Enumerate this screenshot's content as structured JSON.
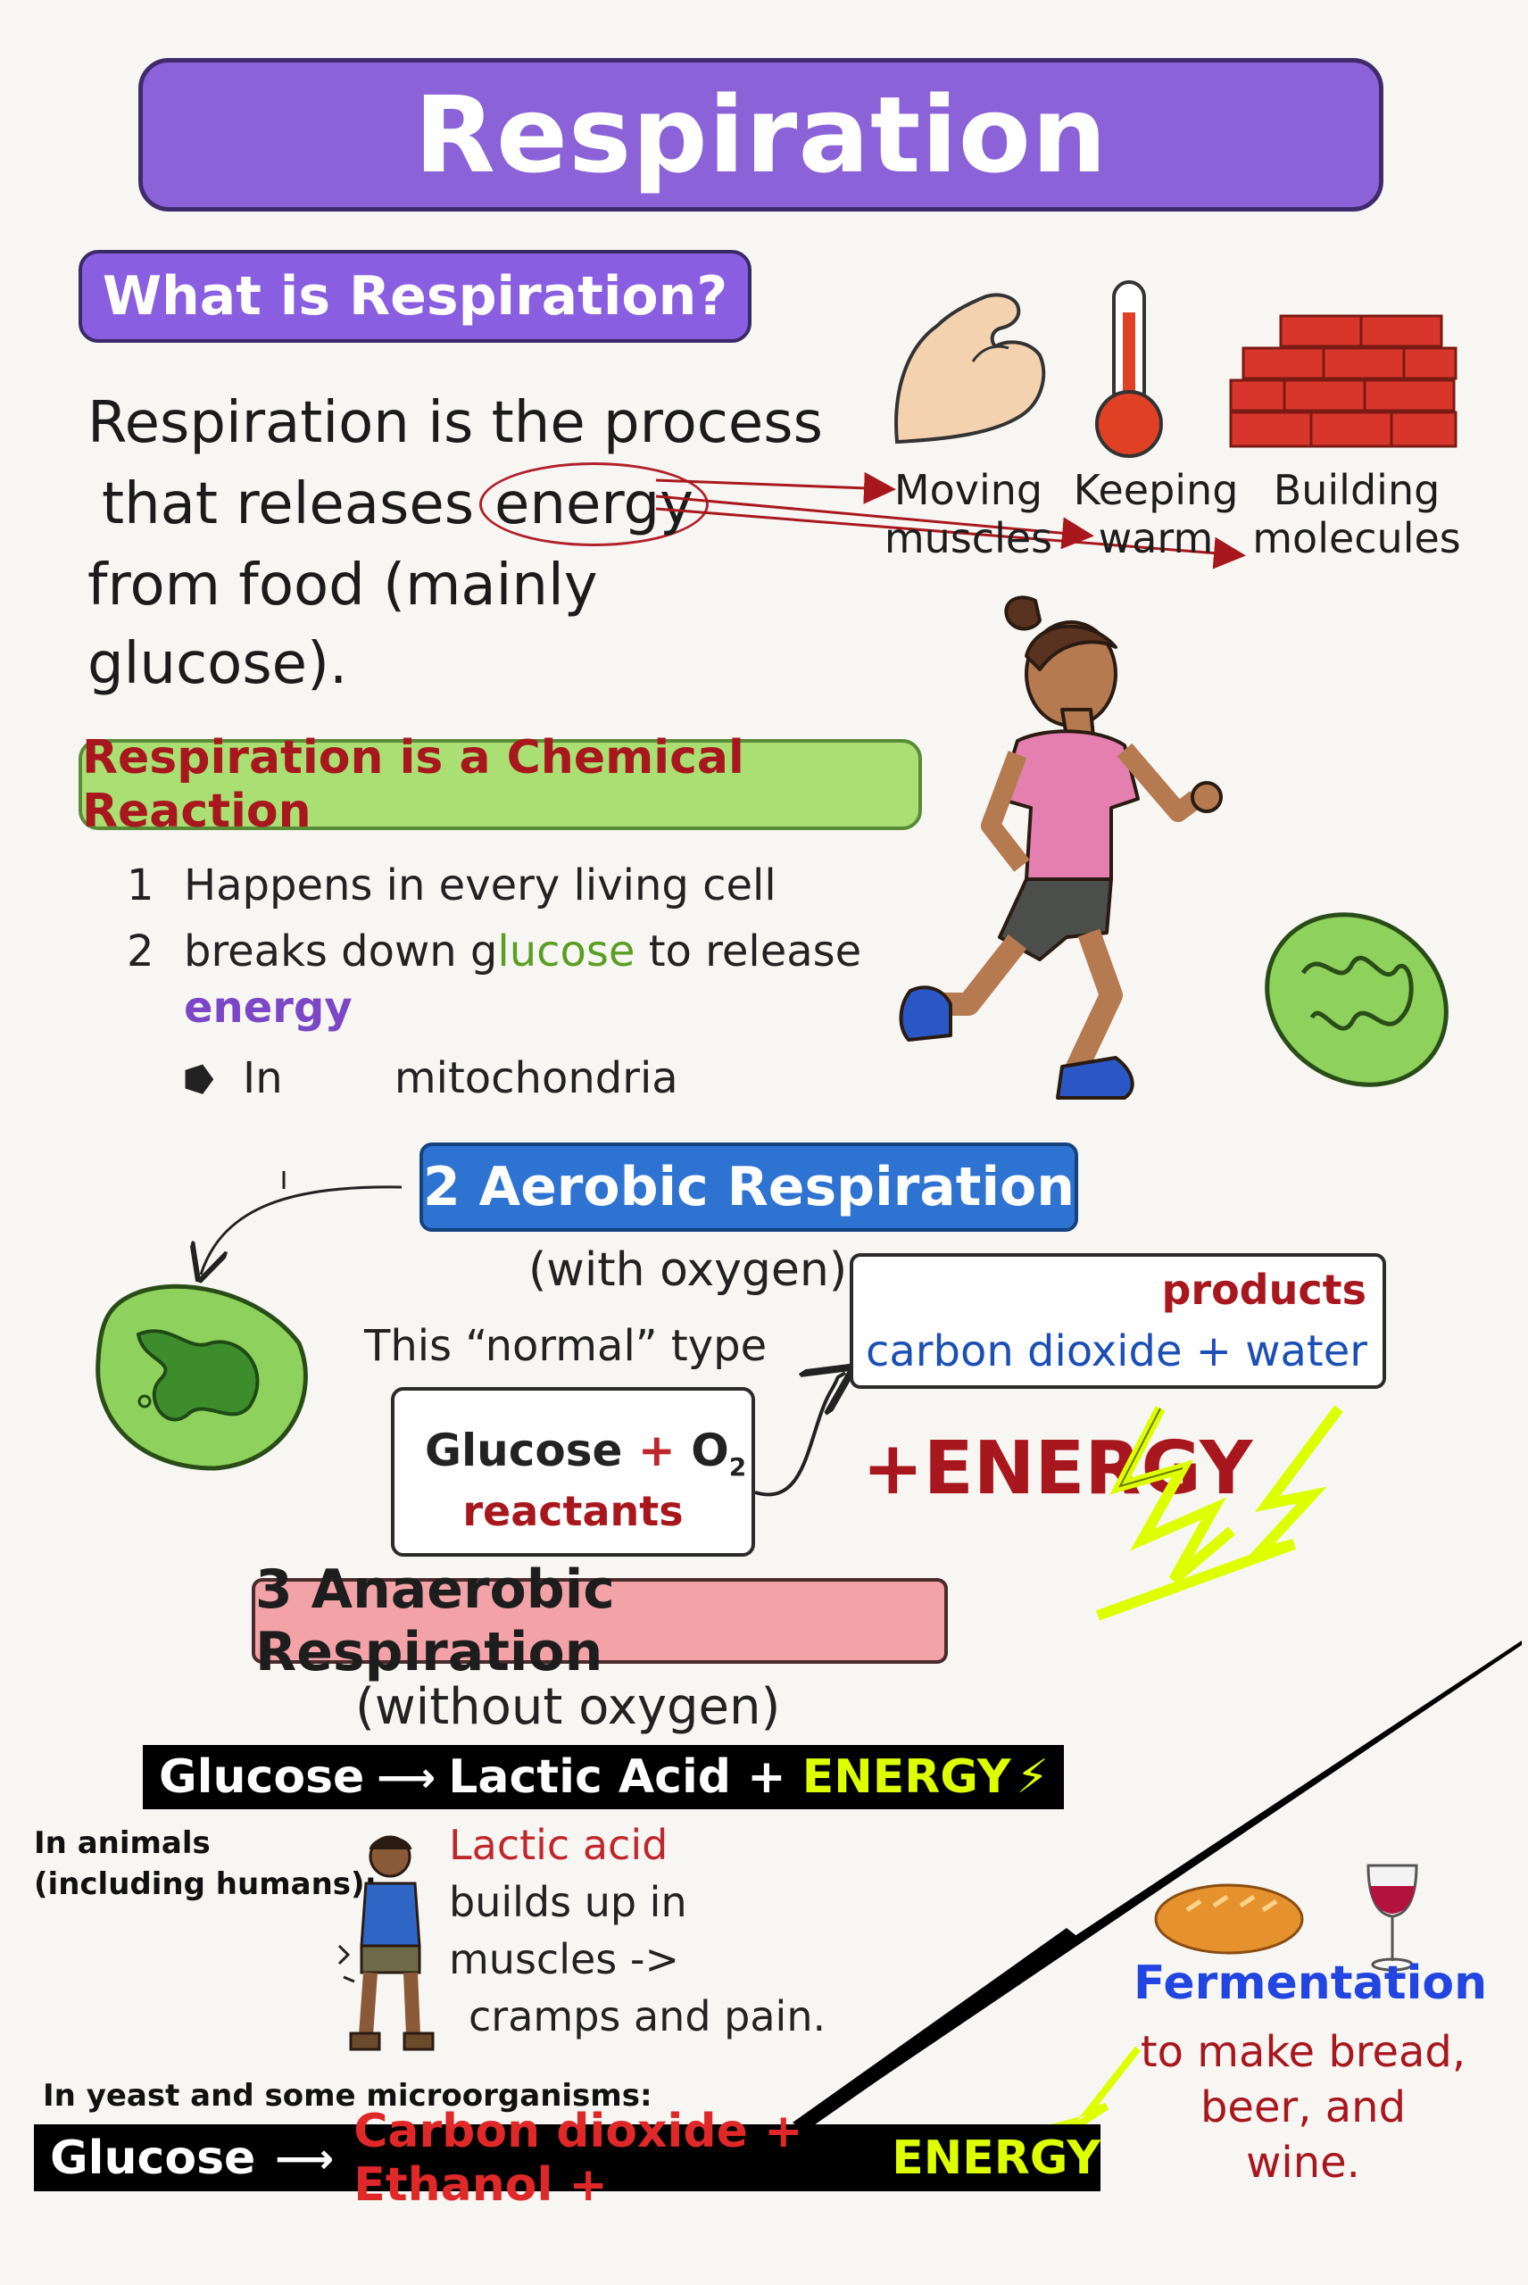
{
  "title": "Respiration",
  "what_is": {
    "heading": "What is Respiration?",
    "line1": "Respiration is the process",
    "line2_pre": "that releases",
    "line2_circled": "energy",
    "line3": "from food (mainly glucose).",
    "uses": [
      {
        "line1": "Moving",
        "line2": "muscles",
        "icon": "flexed-arm-icon"
      },
      {
        "line1": "Keeping",
        "line2": "warm",
        "icon": "thermometer-icon"
      },
      {
        "line1": "Building",
        "line2": "molecules",
        "icon": "brick-wall-icon"
      }
    ]
  },
  "chemical": {
    "heading": "Respiration is a Chemical Reaction",
    "items": [
      {
        "num": "1",
        "text": "Happens in every living cell"
      },
      {
        "num": "2",
        "pre": "breaks down g",
        "green": "lucose",
        "post": " to release",
        "purple": "energy"
      }
    ],
    "location_prefix": "In",
    "location": "mitochondria"
  },
  "aerobic": {
    "heading": "2  Aerobic Respiration",
    "subtitle": "(with oxygen)",
    "note": "This “normal” type",
    "products_label": "products",
    "products": "carbon dioxide  +  water",
    "reactant_glucose": "Glucose",
    "reactant_plus": "+",
    "reactant_o2": "O",
    "reactant_o2_sub": "2",
    "reactants_label": "reactants",
    "energy": "+ENERGY"
  },
  "anaerobic": {
    "heading": "3  Anaerobic Respiration",
    "subtitle": "(without oxygen)",
    "eq_glucose": "Glucose",
    "eq_product": "Lactic Acid + ",
    "eq_energy": "ENERGY",
    "animals_label_1": "In animals",
    "animals_label_2": "(including humans):",
    "lactic_lines": [
      "Lactic acid",
      "builds up in",
      "muscles ->",
      "cramps and pain."
    ],
    "yeast_label": "In yeast and some microorganisms:",
    "yeast_glucose": "Glucose",
    "yeast_products": "Carbon dioxide + Ethanol + ",
    "yeast_energy": "ENERGY",
    "fermentation_title": "Fermentation",
    "fermentation_lines": [
      "to make bread,",
      "beer, and",
      "wine."
    ]
  },
  "colors": {
    "title_purple": "#8b62d8",
    "green_head": "#a9df73",
    "blue_head": "#2e73d2",
    "pink_head": "#f3a3a8",
    "energy_red": "#a8171d",
    "lightning_yellow": "#ddff00"
  }
}
